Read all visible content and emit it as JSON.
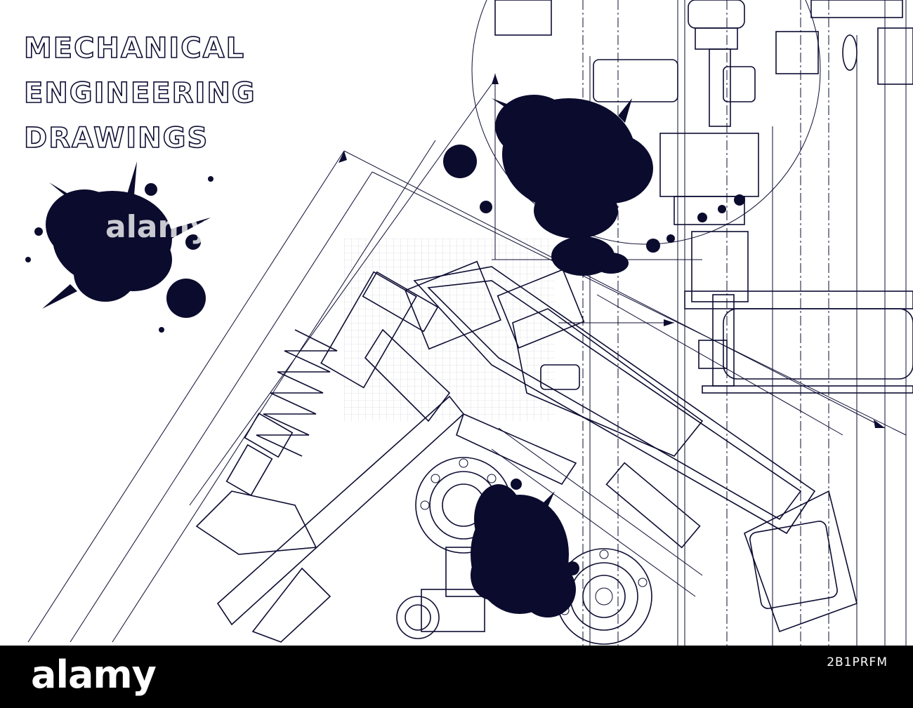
{
  "title": {
    "line1": "MECHANICAL",
    "line2": "ENGINEERING",
    "line3": "DRAWINGS"
  },
  "watermark": {
    "logo_text": "alamy",
    "center_text": "alamy",
    "image_id": "2B1PRFM"
  },
  "colors": {
    "ink": "#0b0b2e",
    "line": "#0d0d33",
    "background": "#ffffff",
    "watermark_bar": "#000000"
  },
  "icons": [
    "ink-splatter",
    "gear-flange",
    "coil-spring",
    "cylinder"
  ]
}
